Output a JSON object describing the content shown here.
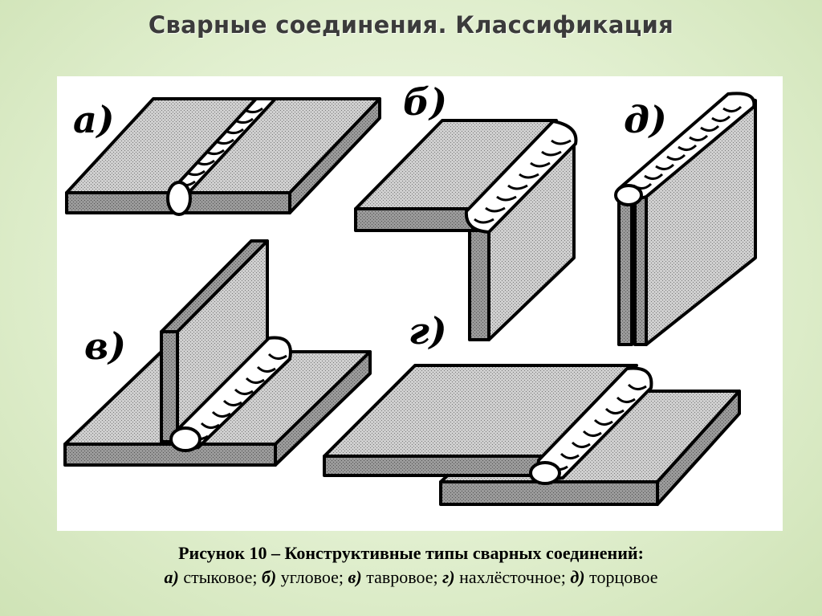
{
  "title": "Сварные соединения. Классификация",
  "labels": {
    "a": "а)",
    "b": "б)",
    "v": "в)",
    "g": "г)",
    "d": "д)"
  },
  "caption": {
    "line1": "Рисунок 10 – Конструктивные типы сварных соединений:",
    "items": [
      {
        "key": "а)",
        "text": " стыковое; "
      },
      {
        "key": "б)",
        "text": " угловое; "
      },
      {
        "key": "в)",
        "text": " тавровое; "
      },
      {
        "key": "г)",
        "text": " нахлёсточное; "
      },
      {
        "key": "д)",
        "text": " торцовое"
      }
    ]
  },
  "colors": {
    "background": "#e1efcf",
    "plate_top": "#bdbdbd",
    "plate_side": "#8f8f8f",
    "weld": "#ffffff",
    "outline": "#000000"
  }
}
